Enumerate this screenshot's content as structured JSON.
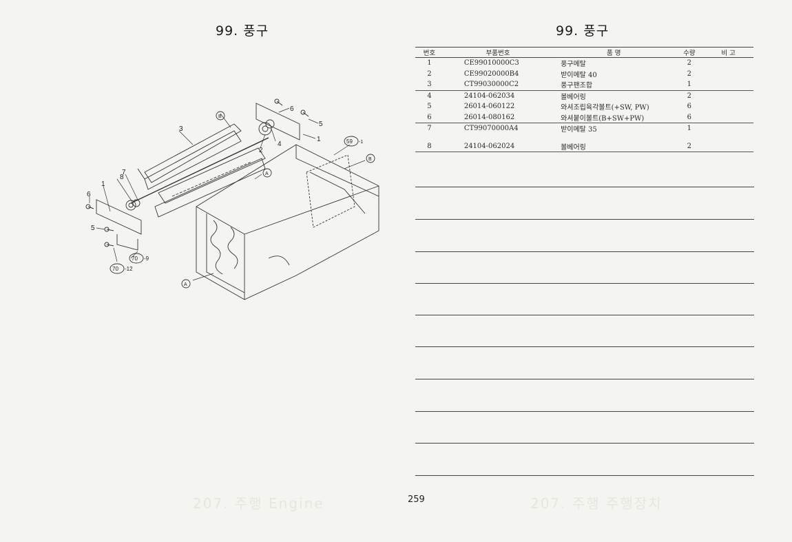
{
  "titles": {
    "left": "99. 풍구",
    "right": "99. 풍구"
  },
  "table": {
    "headers": {
      "no": "번호",
      "part": "부품번호",
      "name": "품   명",
      "qty": "수량",
      "note": "비 고"
    },
    "rows": [
      {
        "no": "1",
        "part": "CE99010000C3",
        "name": "풍구메탈",
        "qty": "2"
      },
      {
        "no": "2",
        "part": "CE99020000B4",
        "name": "받이메탈 40",
        "qty": "2"
      },
      {
        "no": "3",
        "part": "CT99030000C2",
        "name": "풍구팬조합",
        "qty": "1"
      },
      {
        "no": "4",
        "part": "24104-062034",
        "name": "볼베어링",
        "qty": "2"
      },
      {
        "no": "5",
        "part": "26014-060122",
        "name": "와셔조립육각볼트(+SW, PW)",
        "qty": "6"
      },
      {
        "no": "6",
        "part": "26014-080162",
        "name": "와셔붙이볼트(B+SW+PW)",
        "qty": "6"
      },
      {
        "no": "7",
        "part": "CT99070000A4",
        "name": "받이메탈 35",
        "qty": "1"
      },
      {
        "no": "8",
        "part": "24104-062024",
        "name": "볼베어링",
        "qty": "2"
      }
    ]
  },
  "diagram": {
    "callouts": {
      "n1a": "1",
      "n1b": "1",
      "n2": "2",
      "n3": "3",
      "n4": "4",
      "n5a": "5",
      "n5b": "5",
      "n6a": "6",
      "n6b": "6",
      "n7": "7",
      "n8": "8",
      "ref59": "59",
      "ref59s": "-1",
      "ref70a": "70",
      "ref70as": "-9",
      "ref70b": "70",
      "ref70bs": "-12",
      "ca": "A",
      "cb": "B"
    }
  },
  "page_number": "259",
  "ghost_text": {
    "left": "207. 주행 Engine",
    "right": "207. 주행 주행장치"
  }
}
